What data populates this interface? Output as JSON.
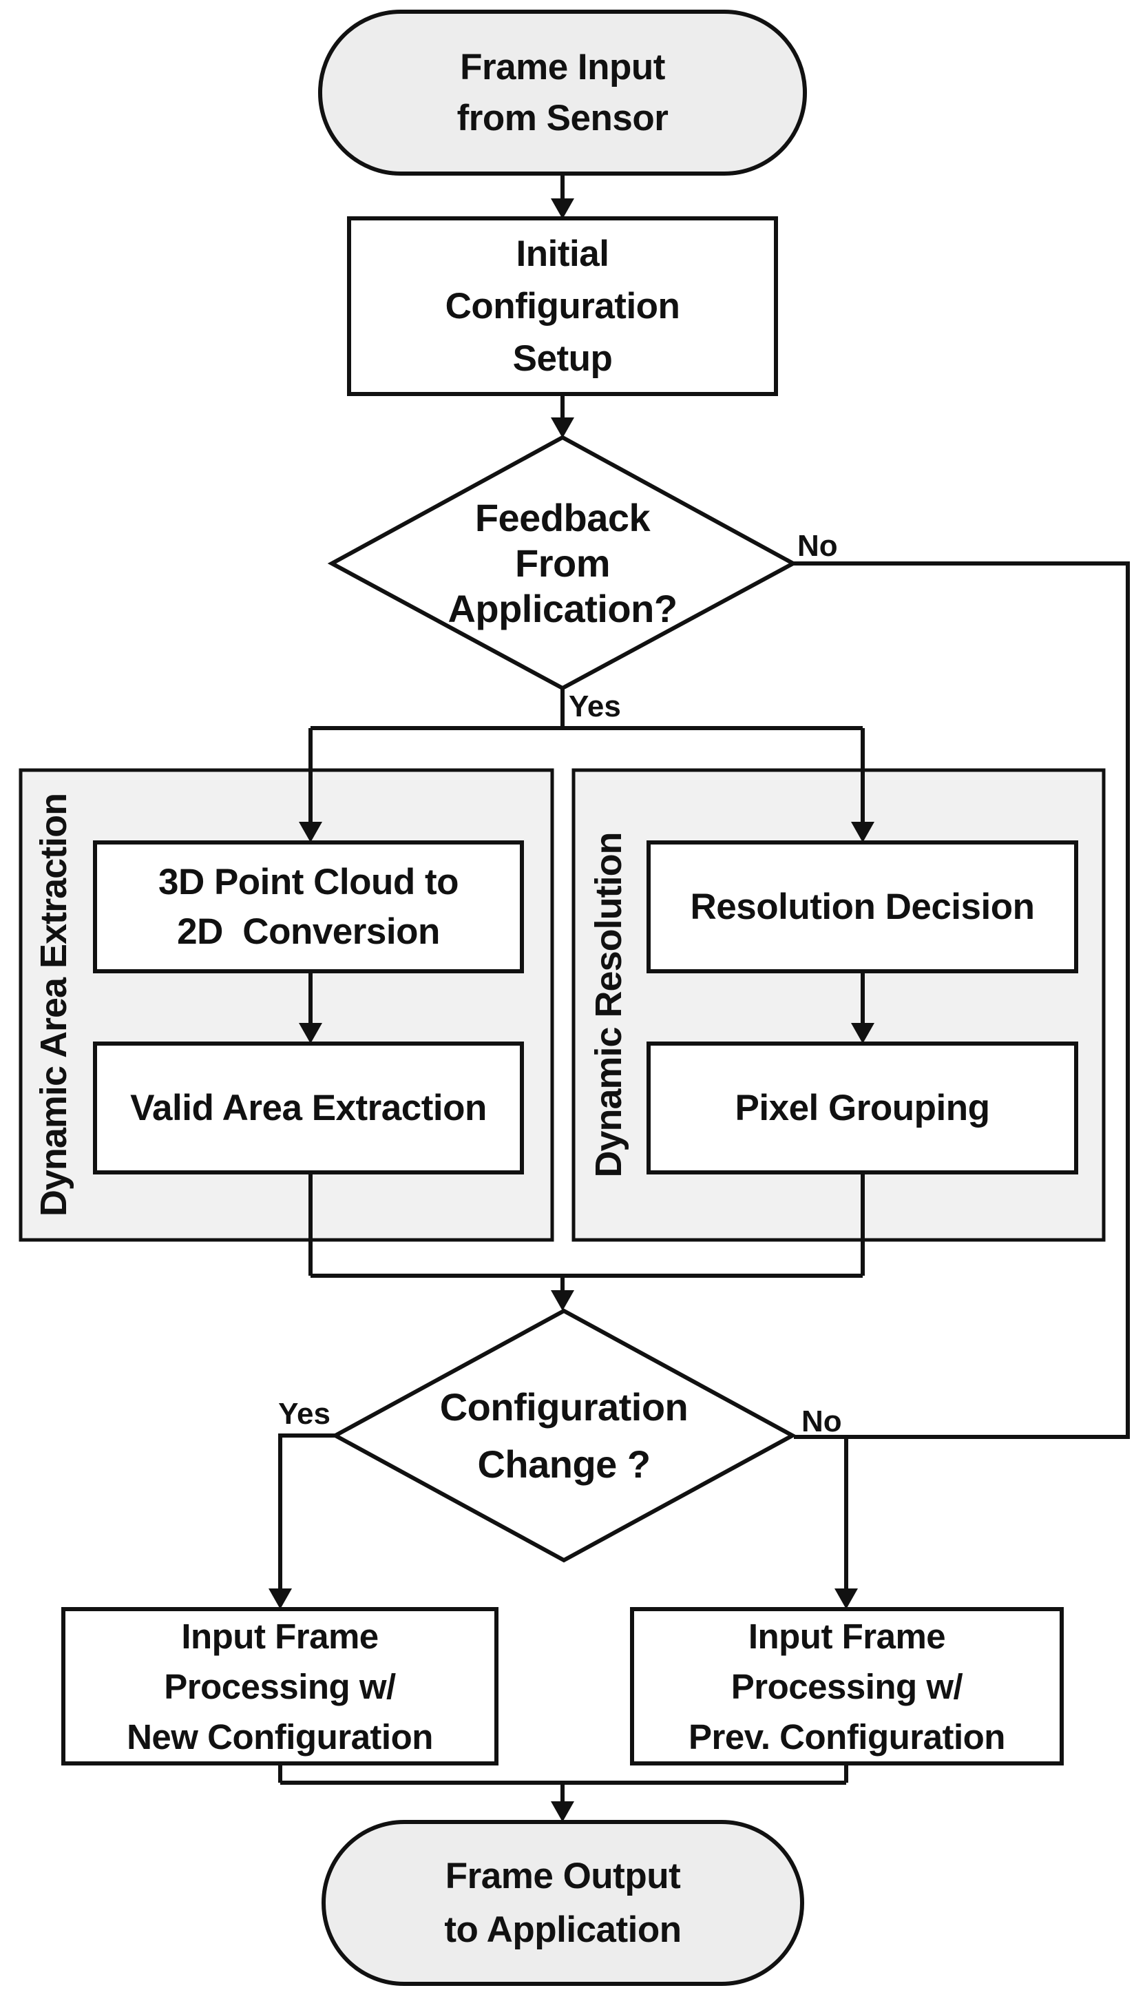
{
  "diagram": {
    "nodes": {
      "frame_input": {
        "lines": [
          "Frame Input",
          "from Sensor"
        ]
      },
      "initial_config": {
        "lines": [
          "Initial",
          "Configuration",
          "Setup"
        ]
      },
      "feedback": {
        "lines": [
          "Feedback",
          "From",
          "Application?"
        ]
      },
      "point_cloud": {
        "lines": [
          "3D Point Cloud to",
          "2D  Conversion"
        ]
      },
      "valid_area": {
        "lines": [
          "Valid Area Extraction"
        ]
      },
      "resolution": {
        "lines": [
          "Resolution Decision"
        ]
      },
      "pixel_grouping": {
        "lines": [
          "Pixel Grouping"
        ]
      },
      "config_change": {
        "lines": [
          "Configuration",
          "Change ?"
        ]
      },
      "new_config": {
        "lines": [
          "Input Frame",
          "Processing w/",
          "New Configuration"
        ]
      },
      "prev_config": {
        "lines": [
          "Input Frame",
          "Processing w/",
          "Prev. Configuration"
        ]
      },
      "frame_output": {
        "lines": [
          "Frame Output",
          "to Application"
        ]
      }
    },
    "groups": {
      "area_extraction": {
        "label": "Dynamic Area Extraction"
      },
      "dynamic_resolution": {
        "label": "Dynamic Resolution"
      }
    },
    "edge_labels": {
      "feedback_no": "No",
      "feedback_yes": "Yes",
      "change_yes": "Yes",
      "change_no": "No"
    },
    "colors": {
      "stroke": "#111111",
      "terminal_fill": "#ededed",
      "group_fill": "#f1f1f1",
      "box_fill": "#ffffff"
    }
  }
}
